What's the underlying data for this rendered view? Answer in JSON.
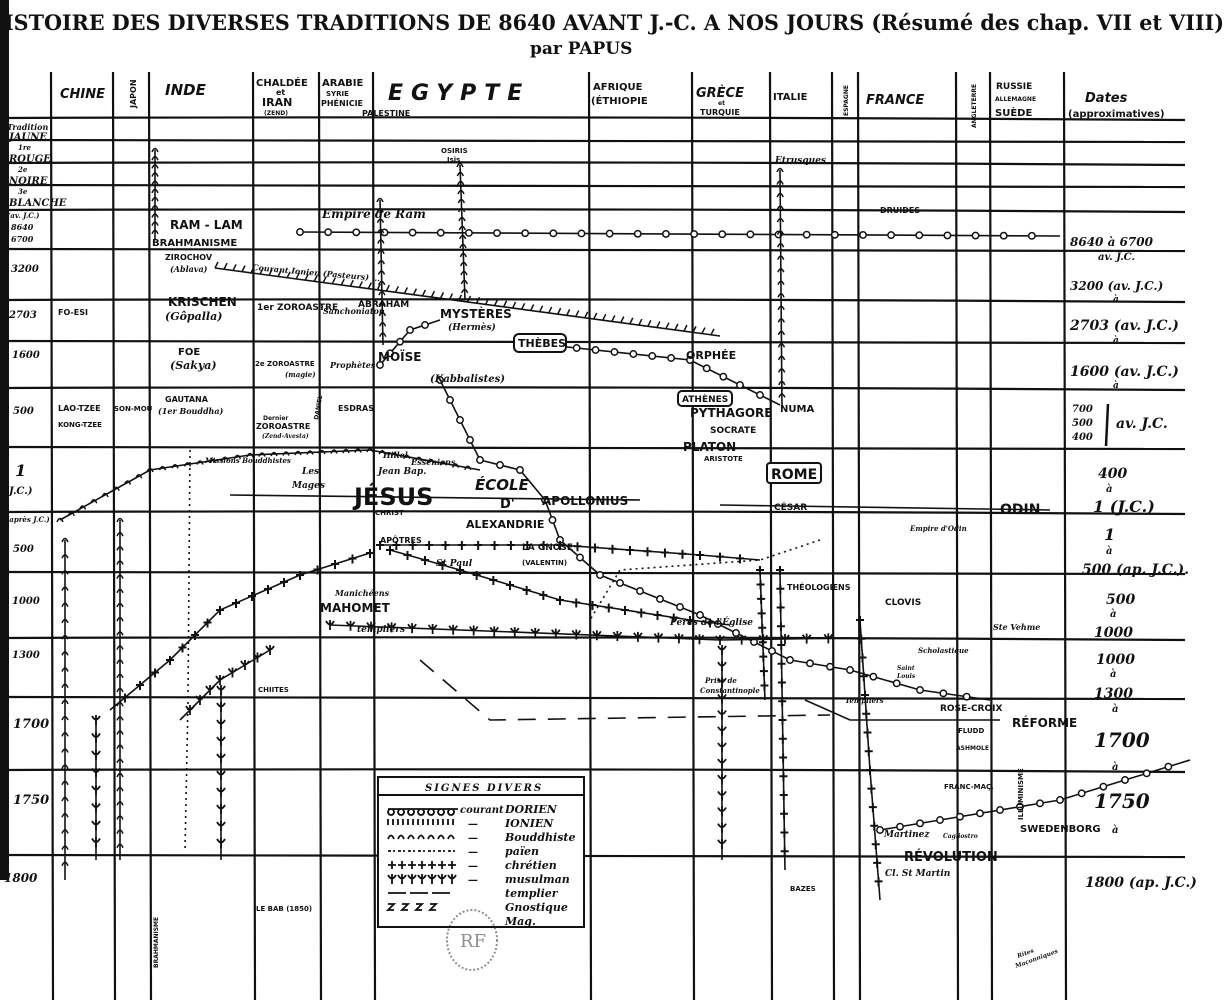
{
  "title": "ISTOIRE DES DIVERSES TRADITIONS DE 8640 AVANT J.-C. A NOS JOURS (Résumé des chap. VII et VIII)",
  "subtitle": "par PAPUS",
  "columns": {
    "chine": "CHINE",
    "japon": "JAPON",
    "inde": "INDE",
    "chaldee": [
      "CHALDÉE",
      "et",
      "IRAN",
      "(ZEND)"
    ],
    "arabie": [
      "ARABIE",
      "SYRIE",
      "PHÉNICIE"
    ],
    "palestine": "PALESTINE",
    "egypte": "EGYPTE",
    "afrique": [
      "AFRIQUE",
      "(ÉTHIOPIE"
    ],
    "grece": [
      "GRÈCE",
      "et",
      "TURQUIE"
    ],
    "italie": "ITALIE",
    "espagne": "ESPAGNE",
    "france": "FRANCE",
    "angleterre": "ANGLETERRE",
    "russie": [
      "RUSSIE",
      "ALLEMAGNE",
      "SUÈDE"
    ],
    "dates": [
      "Dates",
      "(approximatives)"
    ]
  },
  "row_labels": [
    "Tradition",
    "JAUNE",
    "1re",
    "ROUGE",
    "2e",
    "NOIRE",
    "3e",
    "BLANCHE",
    "(av. J.C.)",
    "8640",
    "6700",
    "3200",
    "2703",
    "1600",
    "500",
    "1",
    "J.C.)",
    "(après J.C.)",
    "500",
    "1000",
    "1300",
    "1700",
    "1750",
    "1800"
  ],
  "dates": [
    [
      "8640 à 6700",
      "av. J.C."
    ],
    [
      "3200 (av. J.C.)",
      "à"
    ],
    [
      "2703 (av. J.C.)",
      "à"
    ],
    [
      "1600 (av. J.C.)",
      "à"
    ],
    [
      "700",
      "500",
      "400",
      "av. J.C."
    ],
    [
      "400",
      "à",
      "1 (J.C.)"
    ],
    [
      "1",
      "à",
      "500 (ap. J.C.)."
    ],
    [
      "500",
      "à",
      "1000"
    ],
    [
      "1000",
      "à",
      "1300"
    ],
    [
      "à",
      "1700",
      "à"
    ],
    [
      "1750",
      "à"
    ],
    [
      "1800 (ap. J.C.)"
    ]
  ],
  "annotations": {
    "ram_lam": "RAM - LAM",
    "brahmanisme": "BRAHMANISME",
    "empire_ram": "Empire de Ram",
    "druides": "DRUIDES",
    "osiris": [
      "OSIRIS",
      "Isis"
    ],
    "etrusques": "Etrusques",
    "zirochov": [
      "ZIROCHOV",
      "(Ablava)"
    ],
    "courant_ionien": "Courant Ionien (Pasteurs) ...",
    "krischen": [
      "KRISCHEN",
      "(Gôpalla)"
    ],
    "fo_esi": "FO-ESI",
    "zoroastre1": "1er ZOROASTRE",
    "sanchoniaton": "Sanchoniaton",
    "abraham": "ABRAHAM",
    "mysteres": [
      "MYSTÈRES",
      "(Hermès)"
    ],
    "thebes": "THÈBES",
    "orphee": "ORPHÉE",
    "foe": [
      "FOE",
      "(Sakya)"
    ],
    "zoroastre2": [
      "2e ZOROASTRE",
      "(magie)"
    ],
    "prophetes": "Prophètes",
    "moise": "MOÏSE",
    "kabbalistes": "(Kabbalistes)",
    "athenes": "ATHÈNES",
    "pythagore": "PYTHAGORE",
    "numa": "NUMA",
    "socrate": "SOCRATE",
    "platon": "PLATON",
    "aristote": "ARISTOTE",
    "gautana": [
      "GAUTANA",
      "(1er Bouddha)"
    ],
    "lao_tzee": "LAO-TZEE",
    "kong_tzee": "KONG-TZEE",
    "son_mou": "SON-MOU",
    "zoroastre3": [
      "Dernier",
      "ZOROASTRE",
      "(Zend-Avesta)"
    ],
    "esdras": "ESDRAS",
    "daniel": "DANIEL",
    "missions": "Missions Bouddhistes",
    "mages": [
      "Les",
      "Mages"
    ],
    "hillel": "Hillel",
    "esseniens": "Esséniens",
    "jean_bap": "Jean Bap.",
    "jesus": "JÉSUS",
    "christ": "CHRIST",
    "ecole": "ÉCOLE",
    "d_apostrophe": "D'",
    "apollonius": "APOLLONIUS",
    "rome": "ROME",
    "cesar": "CÉSAR",
    "odin": "ODIN",
    "empire_odin": "Empire d'Odin",
    "alexandrie": "ALEXANDRIE",
    "apotres": "APÔTRES",
    "st_paul": "St Paul",
    "gnose": [
      "LA GNOSE",
      "(VALENTIN)"
    ],
    "manicheens": "Manichéens",
    "mahomet": "MAHOMET",
    "templiers": "templiers",
    "clovis": "CLOVIS",
    "theologiens": "THÉOLOGIENS",
    "peres": "Pères de l'Église",
    "ste_vehme": "Ste Vehme",
    "scholastique": "Scholastique",
    "chiites": "CHIITES",
    "constantinople": [
      "Prise de",
      "Constantinople"
    ],
    "templiers2": "Templiers",
    "saint_louis": [
      "Saint",
      "Louis"
    ],
    "rose_croix": "ROSE-CROIX",
    "reforme": "RÉFORME",
    "fludd": "FLUDD",
    "ashmole": "ASHMOLE",
    "franc_mac": "FRANC-MAÇ.",
    "illuminisme": "ILLUMINISME",
    "martinez": "Martinez",
    "cagliostro": "Cagliostro",
    "swedenborg": "SWEDENBORG",
    "revolution": "RÉVOLUTION",
    "st_martin": "Cl. St Martin",
    "bazes": "BAZES",
    "le_bab": "LE BAB (1850)",
    "brahmanisme_v": "BRAHMANISME",
    "ritesmaconniques": [
      "Rites",
      "Maçonniques"
    ]
  },
  "legend": {
    "title": "SIGNES DIVERS",
    "items": [
      {
        "symbol": "circles",
        "prefix": "courant",
        "label": "DORIEN"
      },
      {
        "symbol": "hatch",
        "prefix": "—",
        "label": "IONIEN"
      },
      {
        "symbol": "arches",
        "prefix": "—",
        "label": "Bouddhiste"
      },
      {
        "symbol": "dots",
        "prefix": "—",
        "label": "païen"
      },
      {
        "symbol": "crosses",
        "prefix": "—",
        "label": "chrétien"
      },
      {
        "symbol": "psi",
        "prefix": "—",
        "label": "musulman"
      },
      {
        "symbol": "dash",
        "prefix": "",
        "label": "templier"
      },
      {
        "symbol": "zigzag",
        "prefix": "",
        "label": "Gnostique"
      },
      {
        "symbol": "none",
        "prefix": "",
        "label": "Mag."
      }
    ]
  },
  "stamp": "RF"
}
